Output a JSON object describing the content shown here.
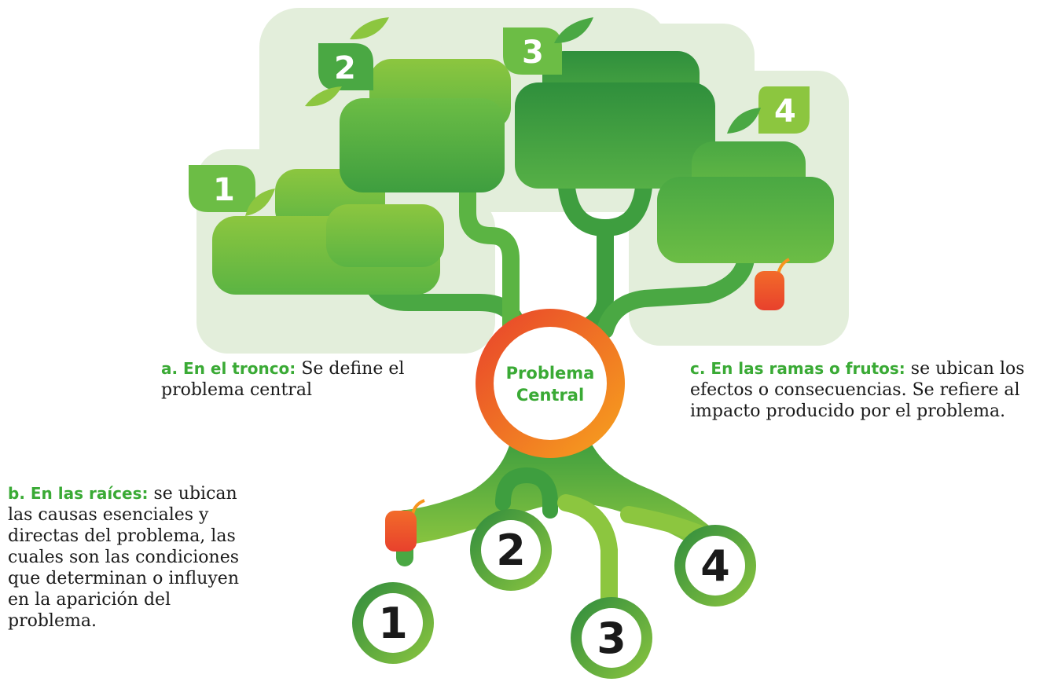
{
  "colors": {
    "green_light": "#8cc63f",
    "green": "#5bb443",
    "green_dark": "#2e8b3e",
    "background_blob": "#e3eedb",
    "label_green": "#3aaa35",
    "ring_orange": "#f7941d",
    "ring_red": "#e8412c",
    "fruit_red": "#e8412c"
  },
  "center": {
    "line1": "Problema",
    "line2": "Central"
  },
  "branches": {
    "leaf_numbers": [
      "1",
      "2",
      "3",
      "4"
    ]
  },
  "roots": {
    "numbers": [
      "1",
      "2",
      "3",
      "4"
    ]
  },
  "captions": {
    "tronco": {
      "label": "a. En el tronco:",
      "text": "Se define el problema central"
    },
    "ramas": {
      "label": "c. En las ramas o frutos:",
      "text": "se ubican los efectos o consecuencias. Se refiere al impacto producido por el problema."
    },
    "raices": {
      "label": "b. En las raíces:",
      "text": "se ubican las causas esenciales y directas del problema, las cuales son las condiciones que determinan o influyen en la aparición del problema."
    }
  }
}
